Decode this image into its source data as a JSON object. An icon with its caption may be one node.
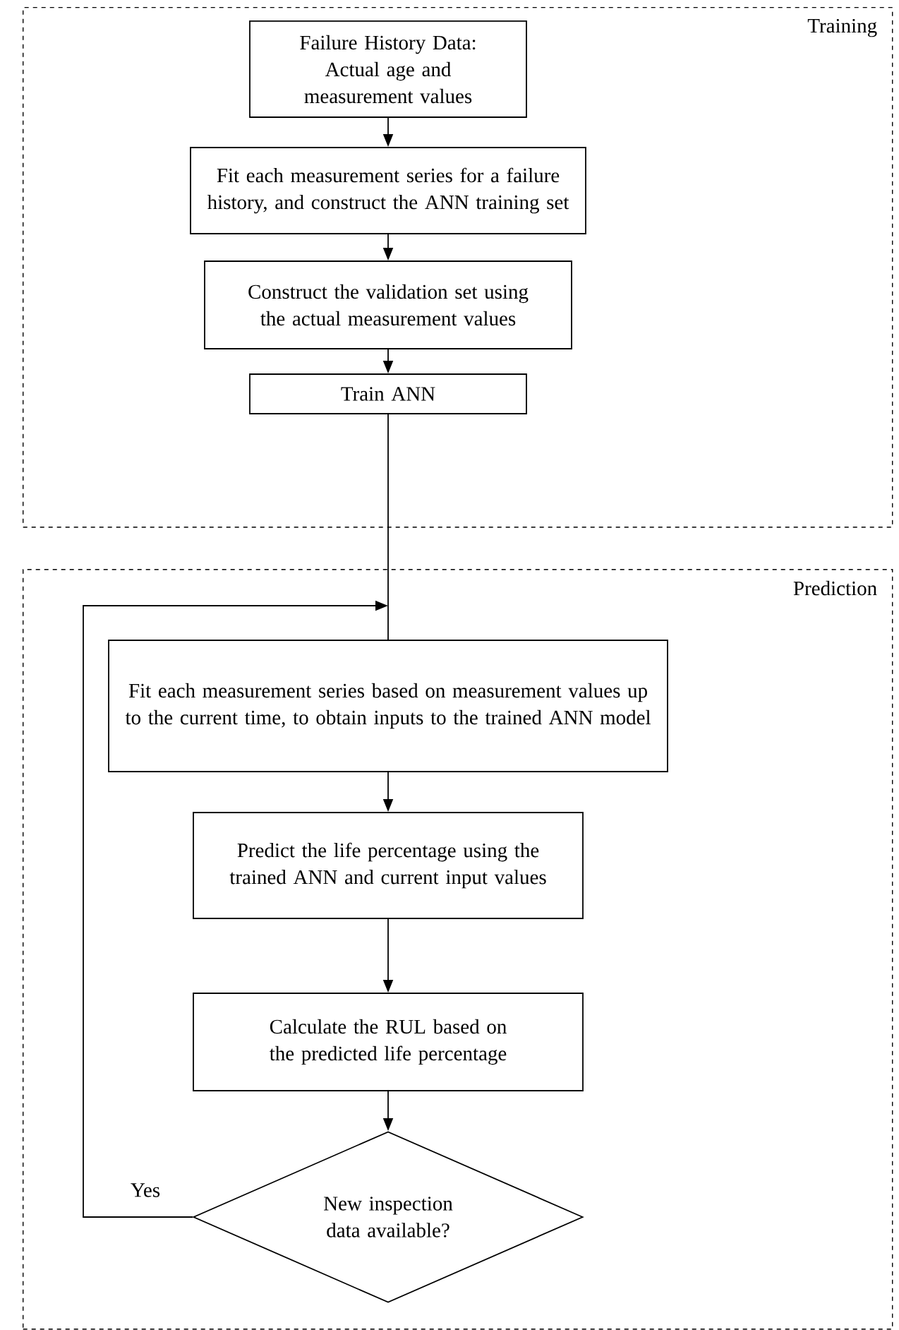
{
  "diagram": {
    "nodes": [
      {
        "text": [
          "Training"
        ]
      },
      {
        "text": [
          "Failure History Data:",
          "Actual age and measurement values"
        ],
        "in": 0
      },
      {
        "text": [
          "Fit each measurement series for a failure history, and construct the ANN training set"
        ],
        "in": 0
      },
      {
        "text": [
          "Construct the validation set using the actual measurement values"
        ],
        "in": 0
      },
      {
        "text": [
          "Train ANN"
        ],
        "in": 0
      },
      {
        "text": [
          "Prediction"
        ]
      },
      {
        "text": [
          "Fit each measurement series based on measurement values up to the current time, to obtain inputs to the trained ANN model"
        ],
        "in": 5
      },
      {
        "text": [
          "Predict the life percentage using the trained ANN and current input values"
        ],
        "in": 5
      },
      {
        "text": [
          "Calculate the RUL based on the predicted life percentage"
        ],
        "in": 5
      },
      {
        "text": [
          "New inspection data available?"
        ],
        "in": 5
      }
    ],
    "edges": [
      {
        "from": 1,
        "to": 2,
        "arrow": "to"
      },
      {
        "from": 2,
        "to": 3,
        "arrow": "to"
      },
      {
        "from": 3,
        "to": 4,
        "arrow": "to"
      },
      {
        "from": 4,
        "to": 6,
        "arrow": "none"
      },
      {
        "from": 6,
        "to": 7,
        "arrow": "to"
      },
      {
        "from": 7,
        "to": 8,
        "arrow": "to"
      },
      {
        "from": 8,
        "to": 9,
        "arrow": "to"
      },
      {
        "from": 9,
        "to": 6,
        "arrow": "to",
        "label": "Yes"
      }
    ]
  }
}
